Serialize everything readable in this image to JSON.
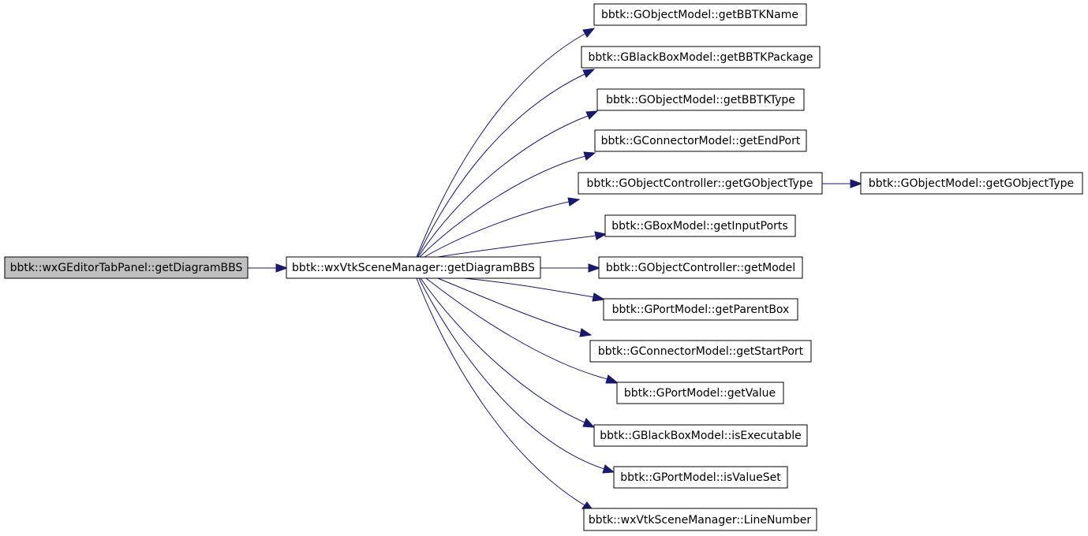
{
  "colors": {
    "edge": "#191970",
    "root_fill": "#bfbfbf",
    "node_fill": "#ffffff",
    "node_border": "#000000"
  },
  "nodes": {
    "root": "bbtk::wxGEditorTabPanel::getDiagramBBS",
    "hub": "bbtk::wxVtkSceneManager::getDiagramBBS",
    "n0": "bbtk::GObjectModel::getBBTKName",
    "n1": "bbtk::GBlackBoxModel::getBBTKPackage",
    "n2": "bbtk::GObjectModel::getBBTKType",
    "n3": "bbtk::GConnectorModel::getEndPort",
    "n4": "bbtk::GObjectController::getGObjectType",
    "n4b": "bbtk::GObjectModel::getGObjectType",
    "n5": "bbtk::GBoxModel::getInputPorts",
    "n6": "bbtk::GObjectController::getModel",
    "n7": "bbtk::GPortModel::getParentBox",
    "n8": "bbtk::GConnectorModel::getStartPort",
    "n9": "bbtk::GPortModel::getValue",
    "n10": "bbtk::GBlackBoxModel::isExecutable",
    "n11": "bbtk::GPortModel::isValueSet",
    "n12": "bbtk::wxVtkSceneManager::LineNumber"
  },
  "edges": [
    {
      "from": "root",
      "to": "hub"
    },
    {
      "from": "hub",
      "to": "n0"
    },
    {
      "from": "hub",
      "to": "n1"
    },
    {
      "from": "hub",
      "to": "n2"
    },
    {
      "from": "hub",
      "to": "n3"
    },
    {
      "from": "hub",
      "to": "n4"
    },
    {
      "from": "hub",
      "to": "n5"
    },
    {
      "from": "hub",
      "to": "n6"
    },
    {
      "from": "hub",
      "to": "n7"
    },
    {
      "from": "hub",
      "to": "n8"
    },
    {
      "from": "hub",
      "to": "n9"
    },
    {
      "from": "hub",
      "to": "n10"
    },
    {
      "from": "hub",
      "to": "n11"
    },
    {
      "from": "hub",
      "to": "n12"
    },
    {
      "from": "n4",
      "to": "n4b"
    }
  ]
}
